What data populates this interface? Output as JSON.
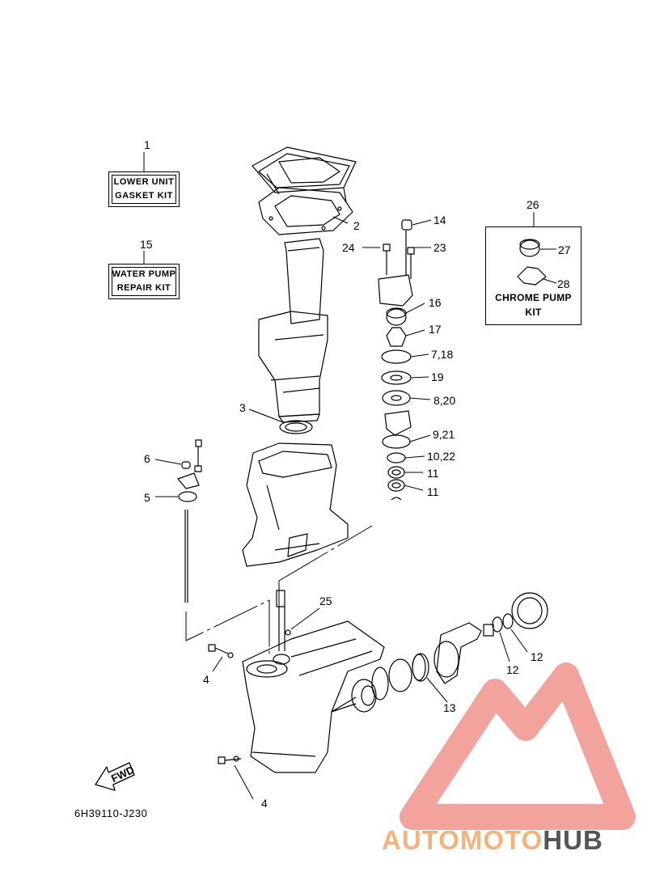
{
  "kits": {
    "gasket": {
      "number": "1",
      "line1": "LOWER UNIT",
      "line2": "GASKET KIT"
    },
    "water_pump": {
      "number": "15",
      "line1": "WATER PUMP",
      "line2": "REPAIR KIT"
    },
    "chrome_pump": {
      "number": "26",
      "line1": "CHROME PUMP",
      "line2": "KIT"
    }
  },
  "callouts": {
    "c2": "2",
    "c3": "3",
    "c4a": "4",
    "c4b": "4",
    "c5": "5",
    "c6": "6",
    "c7_18": "7,18",
    "c8_20": "8,20",
    "c9_21": "9,21",
    "c10_22": "10,22",
    "c11a": "11",
    "c11b": "11",
    "c12a": "12",
    "c12b": "12",
    "c13": "13",
    "c14": "14",
    "c16": "16",
    "c17": "17",
    "c19": "19",
    "c23": "23",
    "c24": "24",
    "c25": "25",
    "c27": "27",
    "c28": "28"
  },
  "fwd_label": "FWD",
  "diagram_code": "6H39110-J230",
  "watermark": {
    "part1": "AUTOMOTO",
    "part2": "HUB",
    "color_light": "#f5c49b",
    "color_accent": "#e8574f",
    "color_dark": "#555555"
  }
}
